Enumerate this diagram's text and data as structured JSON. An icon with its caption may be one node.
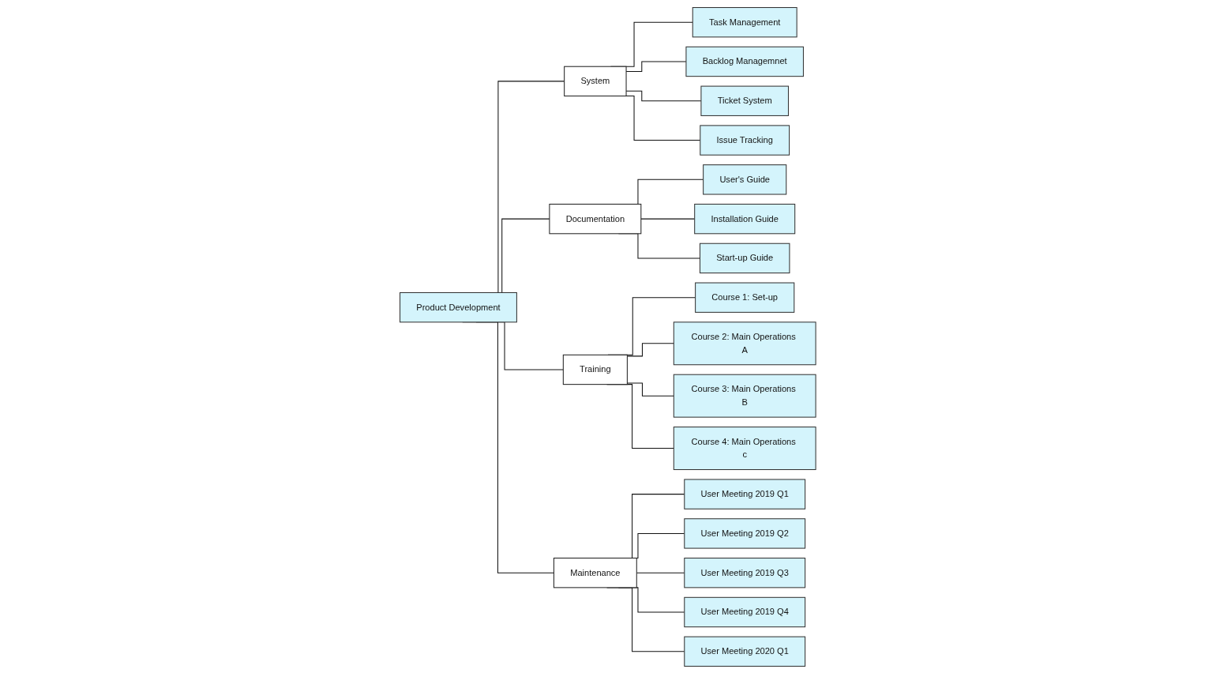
{
  "diagram": {
    "nodes": [
      {
        "text": [
          "Product Development"
        ]
      },
      {
        "text": [
          "System"
        ]
      },
      {
        "text": [
          "Task Management"
        ]
      },
      {
        "text": [
          "Backlog Managemnet"
        ]
      },
      {
        "text": [
          "Ticket System"
        ]
      },
      {
        "text": [
          "Issue Tracking"
        ]
      },
      {
        "text": [
          "Documentation"
        ]
      },
      {
        "text": [
          "User's Guide"
        ]
      },
      {
        "text": [
          "Installation Guide"
        ]
      },
      {
        "text": [
          "Start-up Guide"
        ]
      },
      {
        "text": [
          "Training"
        ]
      },
      {
        "text": [
          "Course 1: Set-up"
        ]
      },
      {
        "text": [
          "Course 2: Main Operations A"
        ]
      },
      {
        "text": [
          "Course 3: Main Operations B"
        ]
      },
      {
        "text": [
          "Course 4: Main Operations c"
        ]
      },
      {
        "text": [
          "Maintenance"
        ]
      },
      {
        "text": [
          "User Meeting 2019 Q1"
        ]
      },
      {
        "text": [
          "User Meeting 2019 Q2"
        ]
      },
      {
        "text": [
          "User Meeting 2019 Q3"
        ]
      },
      {
        "text": [
          "User Meeting 2019 Q4"
        ]
      },
      {
        "text": [
          "User Meeting 2020 Q1"
        ]
      }
    ],
    "edges": [
      {
        "from": 0,
        "to": 1,
        "arrow": "none"
      },
      {
        "from": 0,
        "to": 6,
        "arrow": "none"
      },
      {
        "from": 0,
        "to": 10,
        "arrow": "none"
      },
      {
        "from": 0,
        "to": 15,
        "arrow": "none"
      },
      {
        "from": 1,
        "to": 2,
        "arrow": "none"
      },
      {
        "from": 1,
        "to": 3,
        "arrow": "none"
      },
      {
        "from": 1,
        "to": 4,
        "arrow": "none"
      },
      {
        "from": 1,
        "to": 5,
        "arrow": "none"
      },
      {
        "from": 6,
        "to": 7,
        "arrow": "none"
      },
      {
        "from": 6,
        "to": 8,
        "arrow": "none"
      },
      {
        "from": 6,
        "to": 9,
        "arrow": "none"
      },
      {
        "from": 10,
        "to": 11,
        "arrow": "none"
      },
      {
        "from": 10,
        "to": 12,
        "arrow": "none"
      },
      {
        "from": 10,
        "to": 13,
        "arrow": "none"
      },
      {
        "from": 10,
        "to": 14,
        "arrow": "none"
      },
      {
        "from": 15,
        "to": 16,
        "arrow": "none"
      },
      {
        "from": 15,
        "to": 17,
        "arrow": "none"
      },
      {
        "from": 15,
        "to": 18,
        "arrow": "none"
      },
      {
        "from": 15,
        "to": 19,
        "arrow": "none"
      },
      {
        "from": 15,
        "to": 20,
        "arrow": "none"
      }
    ]
  }
}
